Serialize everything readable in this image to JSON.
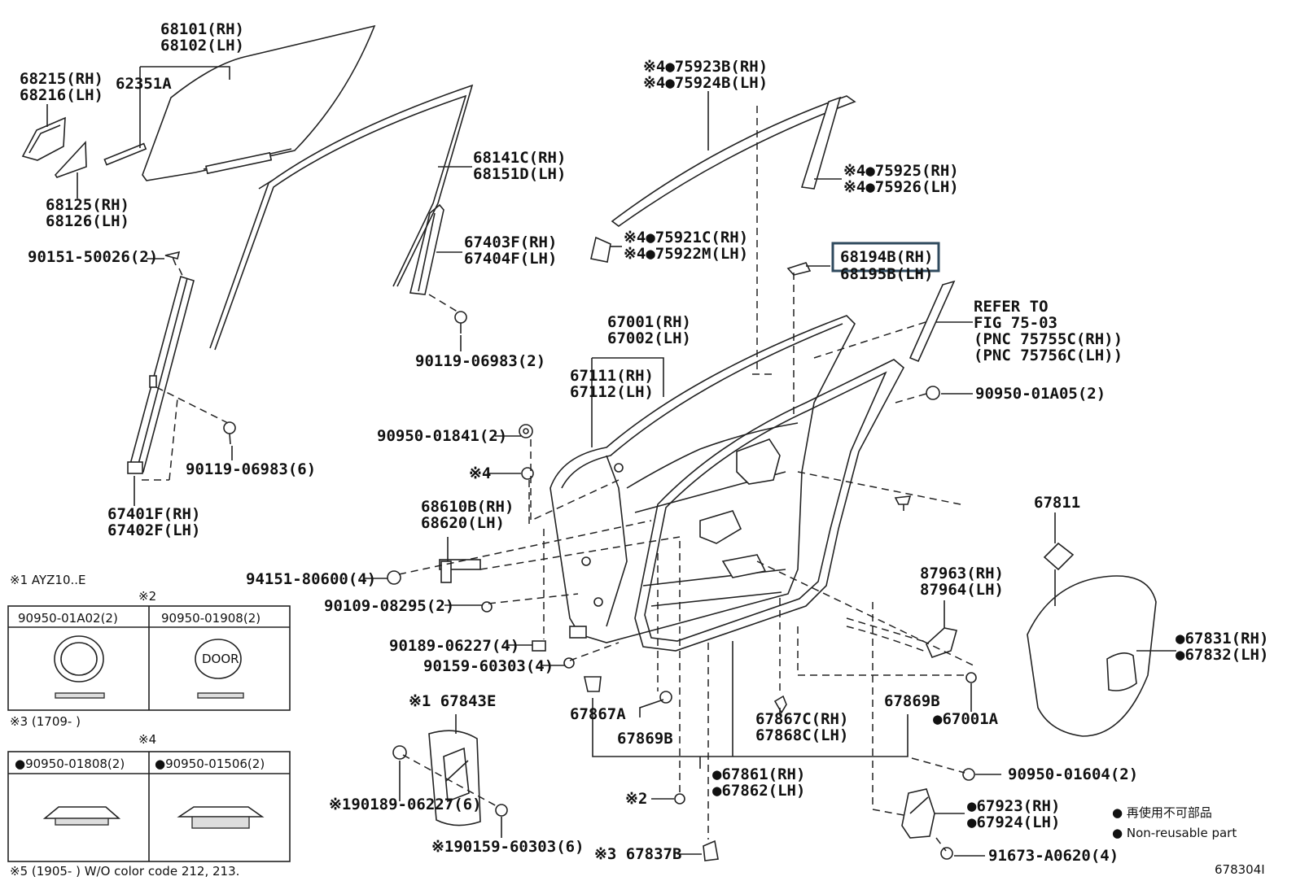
{
  "labels": {
    "glass": [
      "68101(RH)",
      "68102(LH)"
    ],
    "p68215": [
      "68215(RH)",
      "68216(LH)"
    ],
    "p62351": "62351A",
    "p68125": [
      "68125(RH)",
      "68126(LH)"
    ],
    "p68141": [
      "68141C(RH)",
      "68151D(LH)"
    ],
    "p67403": [
      "67403F(RH)",
      "67404F(LH)"
    ],
    "b90151": "90151-50026(2)",
    "b90119a": "90119-06983(2)",
    "b90119b": "90119-06983(6)",
    "p67401": [
      "67401F(RH)",
      "67402F(LH)"
    ],
    "p75923": [
      "※4●75923B(RH)",
      "※4●75924B(LH)"
    ],
    "p75925": [
      "※4●75925(RH)",
      "※4●75926(LH)"
    ],
    "p75921": [
      "※4●75921C(RH)",
      "※4●75922M(LH)"
    ],
    "p68194": [
      "68194B(RH)",
      "68195B(LH)"
    ],
    "refer": [
      "REFER TO",
      "FIG 75-03",
      "(PNC 75755C(RH))",
      "(PNC 75756C(LH))"
    ],
    "p67001": [
      "67001(RH)",
      "67002(LH)"
    ],
    "p67111": [
      "67111(RH)",
      "67112(LH)"
    ],
    "g90950_01841": "90950-01841(2)",
    "g90950_01A05": "90950-01A05(2)",
    "m4": "※4",
    "p68610": [
      "68610B(RH)",
      "68620(LH)"
    ],
    "b94151": "94151-80600(4)",
    "b90109": "90109-08295(2)",
    "b90189a": "90189-06227(4)",
    "b90159a": "90159-60303(4)",
    "p67811": "67811",
    "p87963": [
      "87963(RH)",
      "87964(LH)"
    ],
    "p67831": [
      "●67831(RH)",
      "●67832(LH)"
    ],
    "p67843": "※1 67843E",
    "p67867A": "67867A",
    "p67869B_a": "67869B",
    "p67869B_b": "67869B",
    "p67001A": "●67001A",
    "p67867C": [
      "67867C(RH)",
      "67868C(LH)"
    ],
    "p67861": [
      "●67861(RH)",
      "●67862(LH)"
    ],
    "g90950_01604": "90950-01604(2)",
    "b90189b": "※190189-06227(6)",
    "b90159b": "※190159-60303(6)",
    "m2": "※2",
    "p67837": "※3 67837B",
    "p67923": [
      "●67923(RH)",
      "●67924(LH)"
    ],
    "b91673": "91673-A0620(4)",
    "legend": [
      "● 再使用不可部品",
      "● Non-reusable part"
    ],
    "fig": "678304I"
  },
  "notes": {
    "n1": "※1 AYZ10..E",
    "t2_mark": "※2",
    "t2_c1": "90950-01A02(2)",
    "t2_c2": "90950-01908(2)",
    "door": "DOOR",
    "n3": "※3 (1709-      )",
    "t4_mark": "※4",
    "t4_c1": "●90950-01808(2)",
    "t4_c2": "●90950-01506(2)",
    "n5": "※5 (1905-      ) W/O color code 212, 213."
  }
}
